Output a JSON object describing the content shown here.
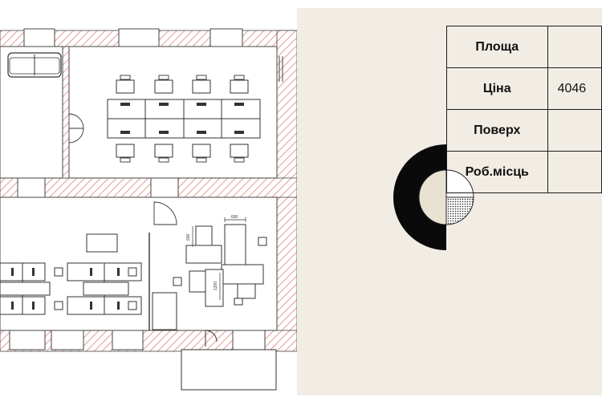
{
  "info_table": {
    "rows": [
      {
        "label": "Площа",
        "value": ""
      },
      {
        "label": "Ціна",
        "value": "4046"
      },
      {
        "label": "Поверх",
        "value": ""
      },
      {
        "label": "Роб.місць",
        "value": ""
      }
    ]
  },
  "floor_plan": {
    "dimension_labels": [
      "600",
      "600",
      "1200"
    ]
  },
  "colors": {
    "panel_background": "#f1ede5",
    "wall_hatch": "#e8a9a4",
    "line": "#1c1c1c"
  }
}
